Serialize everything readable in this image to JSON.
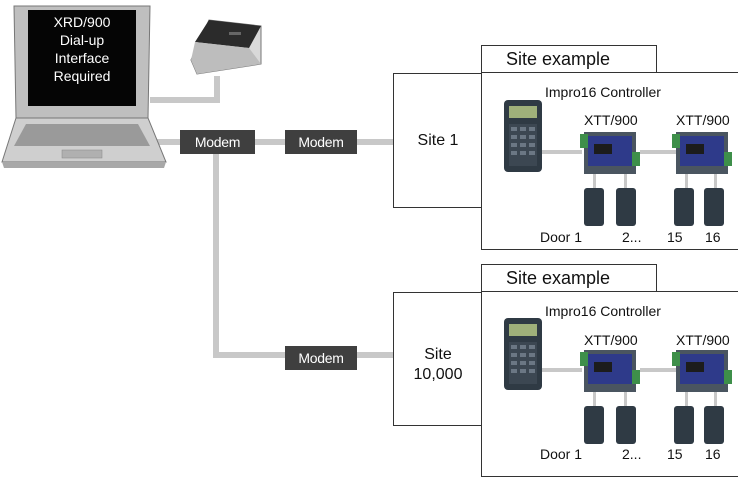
{
  "laptop": {
    "lines": [
      "XRD/900",
      "Dial-up",
      "Interface",
      "Required"
    ]
  },
  "modems": {
    "host_label": "Modem",
    "site1_label": "Modem",
    "site2_label": "Modem"
  },
  "sites": [
    {
      "label": "Site 1",
      "example_title": "Site example",
      "controller_label": "Impro16 Controller",
      "xtt_labels": [
        "XTT/900",
        "XTT/900"
      ],
      "door_labels": [
        "Door 1",
        "2...",
        "15",
        "16"
      ]
    },
    {
      "label_line1": "Site",
      "label_line2": "10,000",
      "example_title": "Site example",
      "controller_label": "Impro16 Controller",
      "xtt_labels": [
        "XTT/900",
        "XTT/900"
      ],
      "door_labels": [
        "Door 1",
        "2...",
        "15",
        "16"
      ]
    }
  ],
  "colors": {
    "modem_bg": "#3f3f3f",
    "connector": "#c8c8c8",
    "device_dark": "#2f3a44",
    "board_green": "#3e8f4a"
  }
}
